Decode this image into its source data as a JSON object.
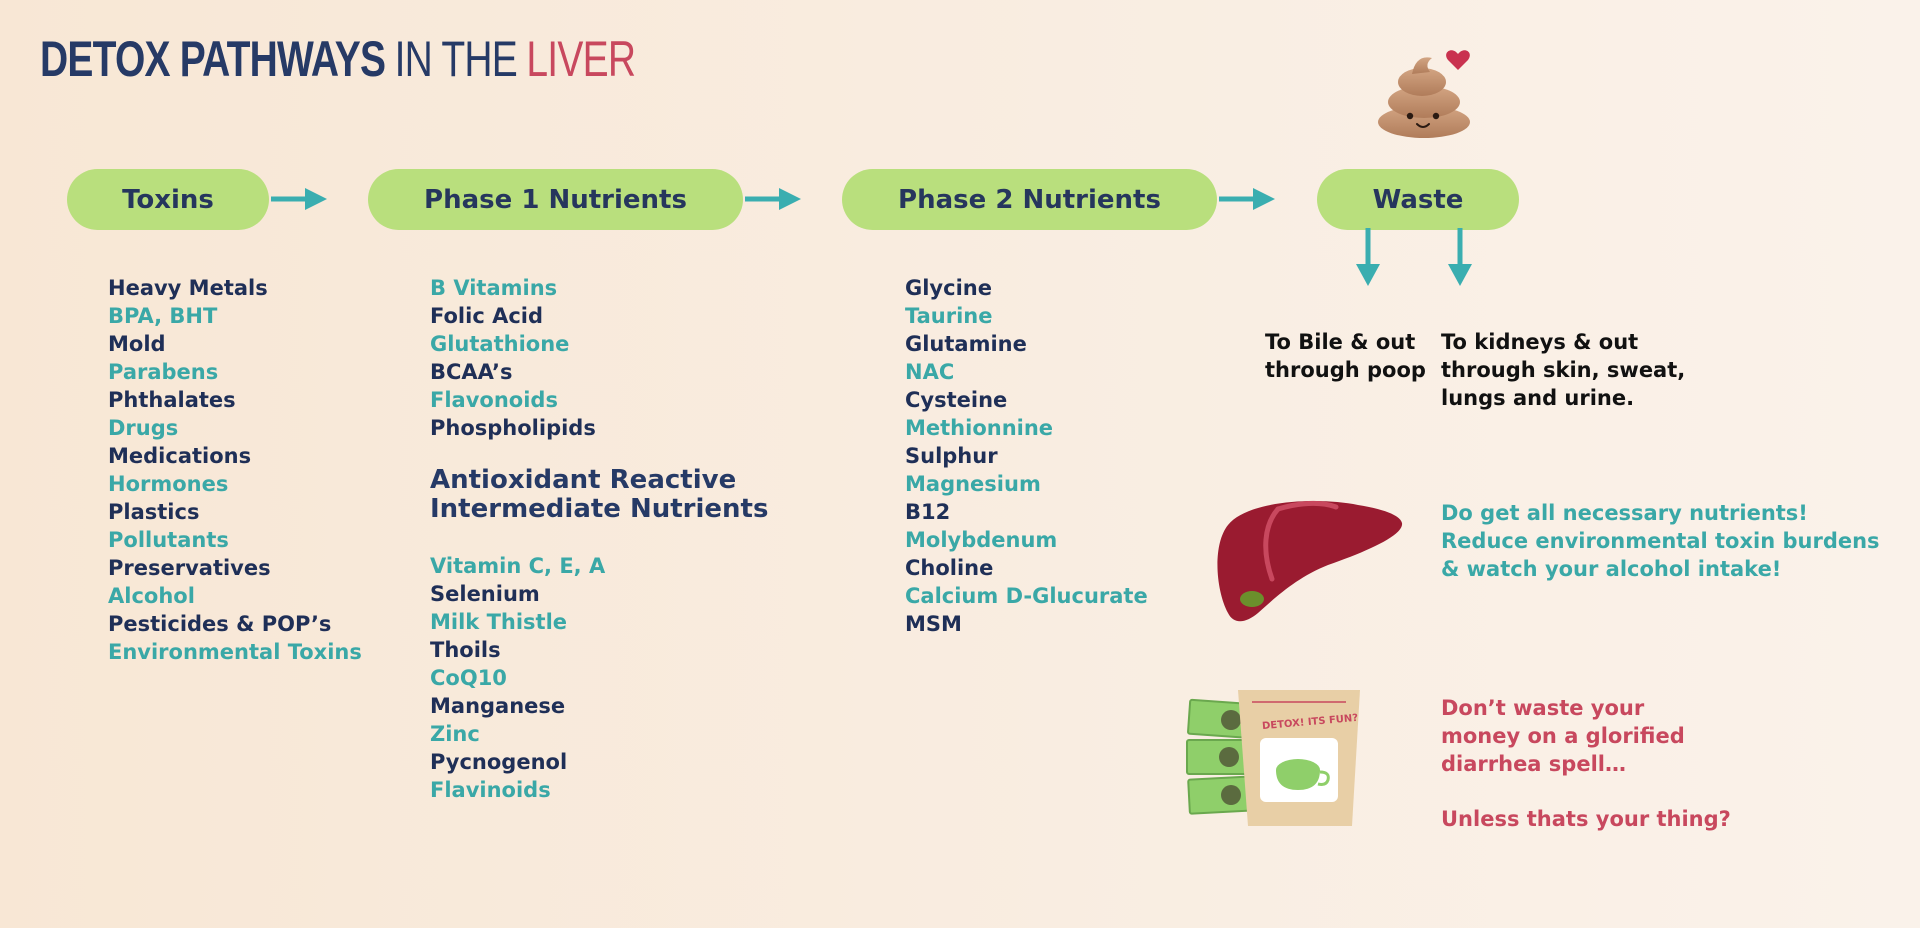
{
  "title": {
    "part1": "DETOX PATHWAYS",
    "part2": "IN THE",
    "part3": "LIVER"
  },
  "stages": [
    "Toxins",
    "Phase 1 Nutrients",
    "Phase 2 Nutrients",
    "Waste"
  ],
  "toxins": [
    {
      "text": "Heavy Metals",
      "tone": "dark"
    },
    {
      "text": "BPA, BHT",
      "tone": "teal"
    },
    {
      "text": "Mold",
      "tone": "dark"
    },
    {
      "text": "Parabens",
      "tone": "teal"
    },
    {
      "text": "Phthalates",
      "tone": "dark"
    },
    {
      "text": "Drugs",
      "tone": "teal"
    },
    {
      "text": "Medications",
      "tone": "dark"
    },
    {
      "text": "Hormones",
      "tone": "teal"
    },
    {
      "text": "Plastics",
      "tone": "dark"
    },
    {
      "text": "Pollutants",
      "tone": "teal"
    },
    {
      "text": "Preservatives",
      "tone": "dark"
    },
    {
      "text": "Alcohol",
      "tone": "teal"
    },
    {
      "text": "Pesticides & POP’s",
      "tone": "dark"
    },
    {
      "text": "Environmental Toxins",
      "tone": "teal"
    }
  ],
  "phase1": [
    {
      "text": "B Vitamins",
      "tone": "teal"
    },
    {
      "text": "Folic Acid",
      "tone": "dark"
    },
    {
      "text": "Glutathione",
      "tone": "teal"
    },
    {
      "text": "BCAA’s",
      "tone": "dark"
    },
    {
      "text": "Flavonoids",
      "tone": "teal"
    },
    {
      "text": "Phospholipids",
      "tone": "dark"
    }
  ],
  "antioxidant_heading": [
    "Antioxidant Reactive",
    "Intermediate Nutrients"
  ],
  "antioxidants": [
    {
      "text": "Vitamin C, E, A",
      "tone": "teal"
    },
    {
      "text": "Selenium",
      "tone": "dark"
    },
    {
      "text": "Milk Thistle",
      "tone": "teal"
    },
    {
      "text": "Thoils",
      "tone": "dark"
    },
    {
      "text": "CoQ10",
      "tone": "teal"
    },
    {
      "text": "Manganese",
      "tone": "dark"
    },
    {
      "text": "Zinc",
      "tone": "teal"
    },
    {
      "text": "Pycnogenol",
      "tone": "dark"
    },
    {
      "text": "Flavinoids",
      "tone": "teal"
    }
  ],
  "phase2": [
    {
      "text": "Glycine",
      "tone": "dark"
    },
    {
      "text": "Taurine",
      "tone": "teal"
    },
    {
      "text": "Glutamine",
      "tone": "dark"
    },
    {
      "text": "NAC",
      "tone": "teal"
    },
    {
      "text": "Cysteine",
      "tone": "dark"
    },
    {
      "text": "Methionnine",
      "tone": "teal"
    },
    {
      "text": "Sulphur",
      "tone": "dark"
    },
    {
      "text": "Magnesium",
      "tone": "teal"
    },
    {
      "text": "B12",
      "tone": "dark"
    },
    {
      "text": "Molybdenum",
      "tone": "teal"
    },
    {
      "text": "Choline",
      "tone": "dark"
    },
    {
      "text": "Calcium D-Glucurate",
      "tone": "teal"
    },
    {
      "text": "MSM",
      "tone": "dark"
    }
  ],
  "waste_routes": {
    "bile": [
      "To Bile & out",
      "through poop"
    ],
    "kidneys": [
      "To kidneys & out",
      "through skin, sweat,",
      "lungs and urine."
    ]
  },
  "advice": [
    "Do get all necessary nutrients!",
    "Reduce environmental toxin burdens",
    "& watch your alcohol intake!"
  ],
  "warning": [
    "Don’t waste your",
    "money on a glorified",
    "diarrhea spell…"
  ],
  "warning_tail": "Unless thats your thing?",
  "product_label": "DETOX! ITS FUN?",
  "colors": {
    "pill": "#b9df7d",
    "teal": "#3aa8a7",
    "navy": "#1f2f57",
    "pink": "#c8485e",
    "arrow": "#3aaeb0"
  },
  "icons": [
    "poop-emoji-icon",
    "heart-icon",
    "liver-icon",
    "detox-tea-package-icon",
    "money-bills-icon",
    "arrow-right-icon",
    "arrow-down-icon"
  ]
}
